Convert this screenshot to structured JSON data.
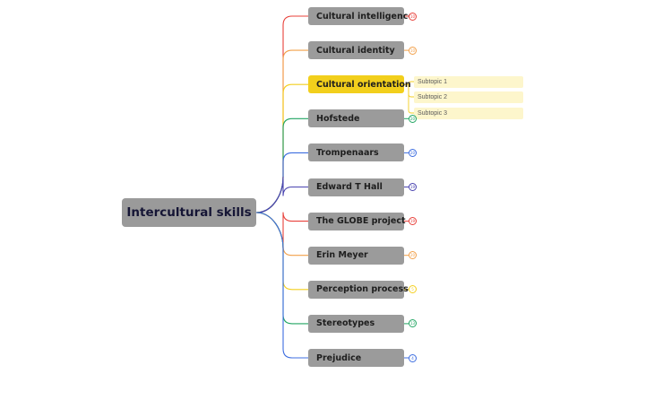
{
  "root": {
    "label": "Intercultural skills"
  },
  "branches": [
    {
      "label": "Cultural intelligence",
      "color": "#e8403a",
      "badge": "10"
    },
    {
      "label": "Cultural identity",
      "color": "#f2a04a",
      "badge": "10"
    },
    {
      "label": "Cultural orientation",
      "color": "#f4cf1e",
      "active": true,
      "subtopics": [
        "Subtopic 1",
        "Subtopic 2",
        "Subtopic 3"
      ]
    },
    {
      "label": "Hofstede",
      "color": "#21a562",
      "badge": "20"
    },
    {
      "label": "Trompenaars",
      "color": "#3c6de0",
      "badge": "20"
    },
    {
      "label": "Edward T Hall",
      "color": "#4a44b0",
      "badge": "19"
    },
    {
      "label": "The GLOBE project",
      "color": "#e8403a",
      "badge": "19"
    },
    {
      "label": "Erin Meyer",
      "color": "#f2a04a",
      "badge": "20"
    },
    {
      "label": "Perception process",
      "color": "#f4cf1e",
      "badge": "5"
    },
    {
      "label": "Stereotypes",
      "color": "#21a562",
      "badge": "13"
    },
    {
      "label": "Prejudice",
      "color": "#3c6de0",
      "badge": "4"
    }
  ]
}
